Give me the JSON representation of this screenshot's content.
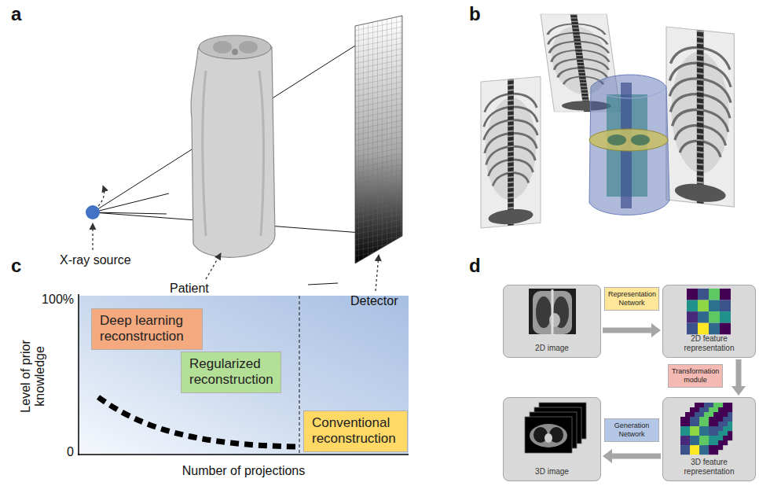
{
  "diagram": {
    "nodes": [
      {
        "text": [
          "Deep learning reconstruction"
        ]
      },
      {
        "text": [
          "Regularized reconstruction"
        ]
      },
      {
        "text": [
          "Conventional reconstruction"
        ]
      },
      {
        "text": [
          "2D image"
        ]
      },
      {
        "text": [
          "Representation Network"
        ]
      },
      {
        "text": [
          "2D feature representation"
        ]
      },
      {
        "text": [
          "Transformation module"
        ]
      },
      {
        "text": [
          "3D image"
        ]
      },
      {
        "text": [
          "Generation Network"
        ]
      },
      {
        "text": [
          "3D feature representation"
        ]
      }
    ],
    "edges": [
      {
        "from": 3,
        "to": 5,
        "arrow": "to"
      },
      {
        "from": 5,
        "to": 9,
        "arrow": "to"
      },
      {
        "from": 9,
        "to": 7,
        "arrow": "to"
      }
    ],
    "labels": [
      "a",
      "b",
      "c",
      "d",
      "X-ray source",
      "Patient",
      "Detector",
      "Level of prior knowledge",
      "100%",
      "0",
      "Number of projections"
    ]
  }
}
